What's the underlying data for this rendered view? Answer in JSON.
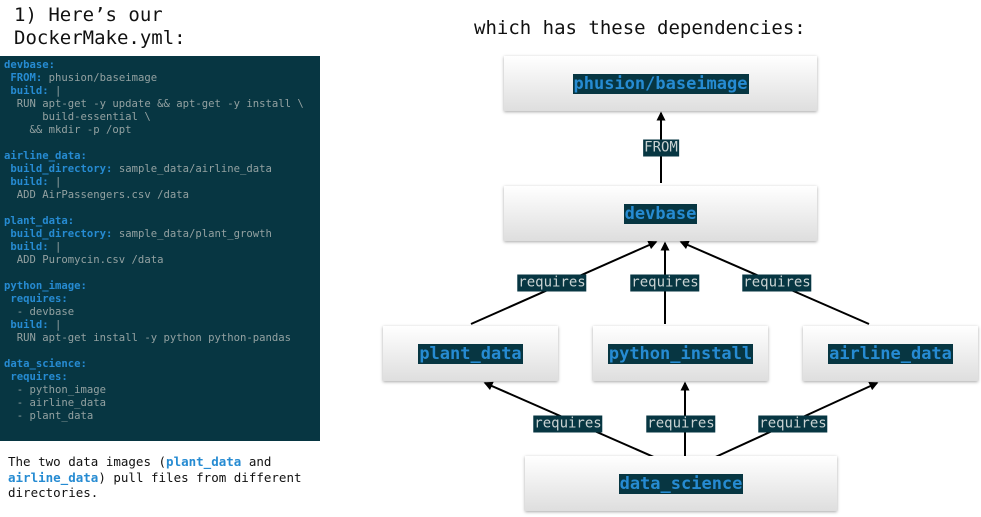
{
  "heading": {
    "line1": "1) Here’s our",
    "line2": "DockerMake.yml:"
  },
  "code_lines": [
    [
      [
        "devbase:",
        "k"
      ]
    ],
    [
      [
        " FROM:",
        "k"
      ],
      [
        " phusion/baseimage",
        "v"
      ]
    ],
    [
      [
        " build:",
        "k"
      ],
      [
        " |",
        "v"
      ]
    ],
    [
      [
        "  RUN apt-get -y update && apt-get -y install \\",
        "v"
      ]
    ],
    [
      [
        "      build-essential \\",
        "v"
      ]
    ],
    [
      [
        "    && mkdir -p /opt",
        "v"
      ]
    ],
    [],
    [
      [
        "airline_data:",
        "k"
      ]
    ],
    [
      [
        " build_directory:",
        "k"
      ],
      [
        " sample_data/airline_data",
        "v"
      ]
    ],
    [
      [
        " build:",
        "k"
      ],
      [
        " |",
        "v"
      ]
    ],
    [
      [
        "  ADD AirPassengers.csv /data",
        "v"
      ]
    ],
    [],
    [
      [
        "plant_data:",
        "k"
      ]
    ],
    [
      [
        " build_directory:",
        "k"
      ],
      [
        " sample_data/plant_growth",
        "v"
      ]
    ],
    [
      [
        " build:",
        "k"
      ],
      [
        " |",
        "v"
      ]
    ],
    [
      [
        "  ADD Puromycin.csv /data",
        "v"
      ]
    ],
    [],
    [
      [
        "python_image:",
        "k"
      ]
    ],
    [
      [
        " requires:",
        "k"
      ]
    ],
    [
      [
        "  - devbase",
        "v"
      ]
    ],
    [
      [
        " build:",
        "k"
      ],
      [
        " |",
        "v"
      ]
    ],
    [
      [
        "  RUN apt-get install -y python python-pandas",
        "v"
      ]
    ],
    [],
    [
      [
        "data_science:",
        "k"
      ]
    ],
    [
      [
        " requires:",
        "k"
      ]
    ],
    [
      [
        "  - python_image",
        "v"
      ]
    ],
    [
      [
        "  - airline_data",
        "v"
      ]
    ],
    [
      [
        "  - plant_data",
        "v"
      ]
    ]
  ],
  "note": {
    "prefix": "The two data images (",
    "plant": "plant_data",
    "and": " and ",
    "airline": "airline_data",
    "suffix": ") pull files from different directories."
  },
  "diagram_title": "which has these dependencies:",
  "nodes": {
    "baseimage": "phusion/baseimage",
    "devbase": "devbase",
    "plant_data": "plant_data",
    "python_install": "python_install",
    "airline_data": "airline_data",
    "data_science": "data_science"
  },
  "edge_labels": {
    "from": "FROM",
    "requires_plant_devbase": "requires",
    "requires_python_devbase": "requires",
    "requires_airline_devbase": "requires",
    "requires_ds_plant": "requires",
    "requires_ds_python": "requires",
    "requires_ds_airline": "requires"
  },
  "colors": {
    "panel_bg": "#073642",
    "key_blue": "#268bd2",
    "value_gray": "#93a1a1",
    "edge": "#000000"
  }
}
